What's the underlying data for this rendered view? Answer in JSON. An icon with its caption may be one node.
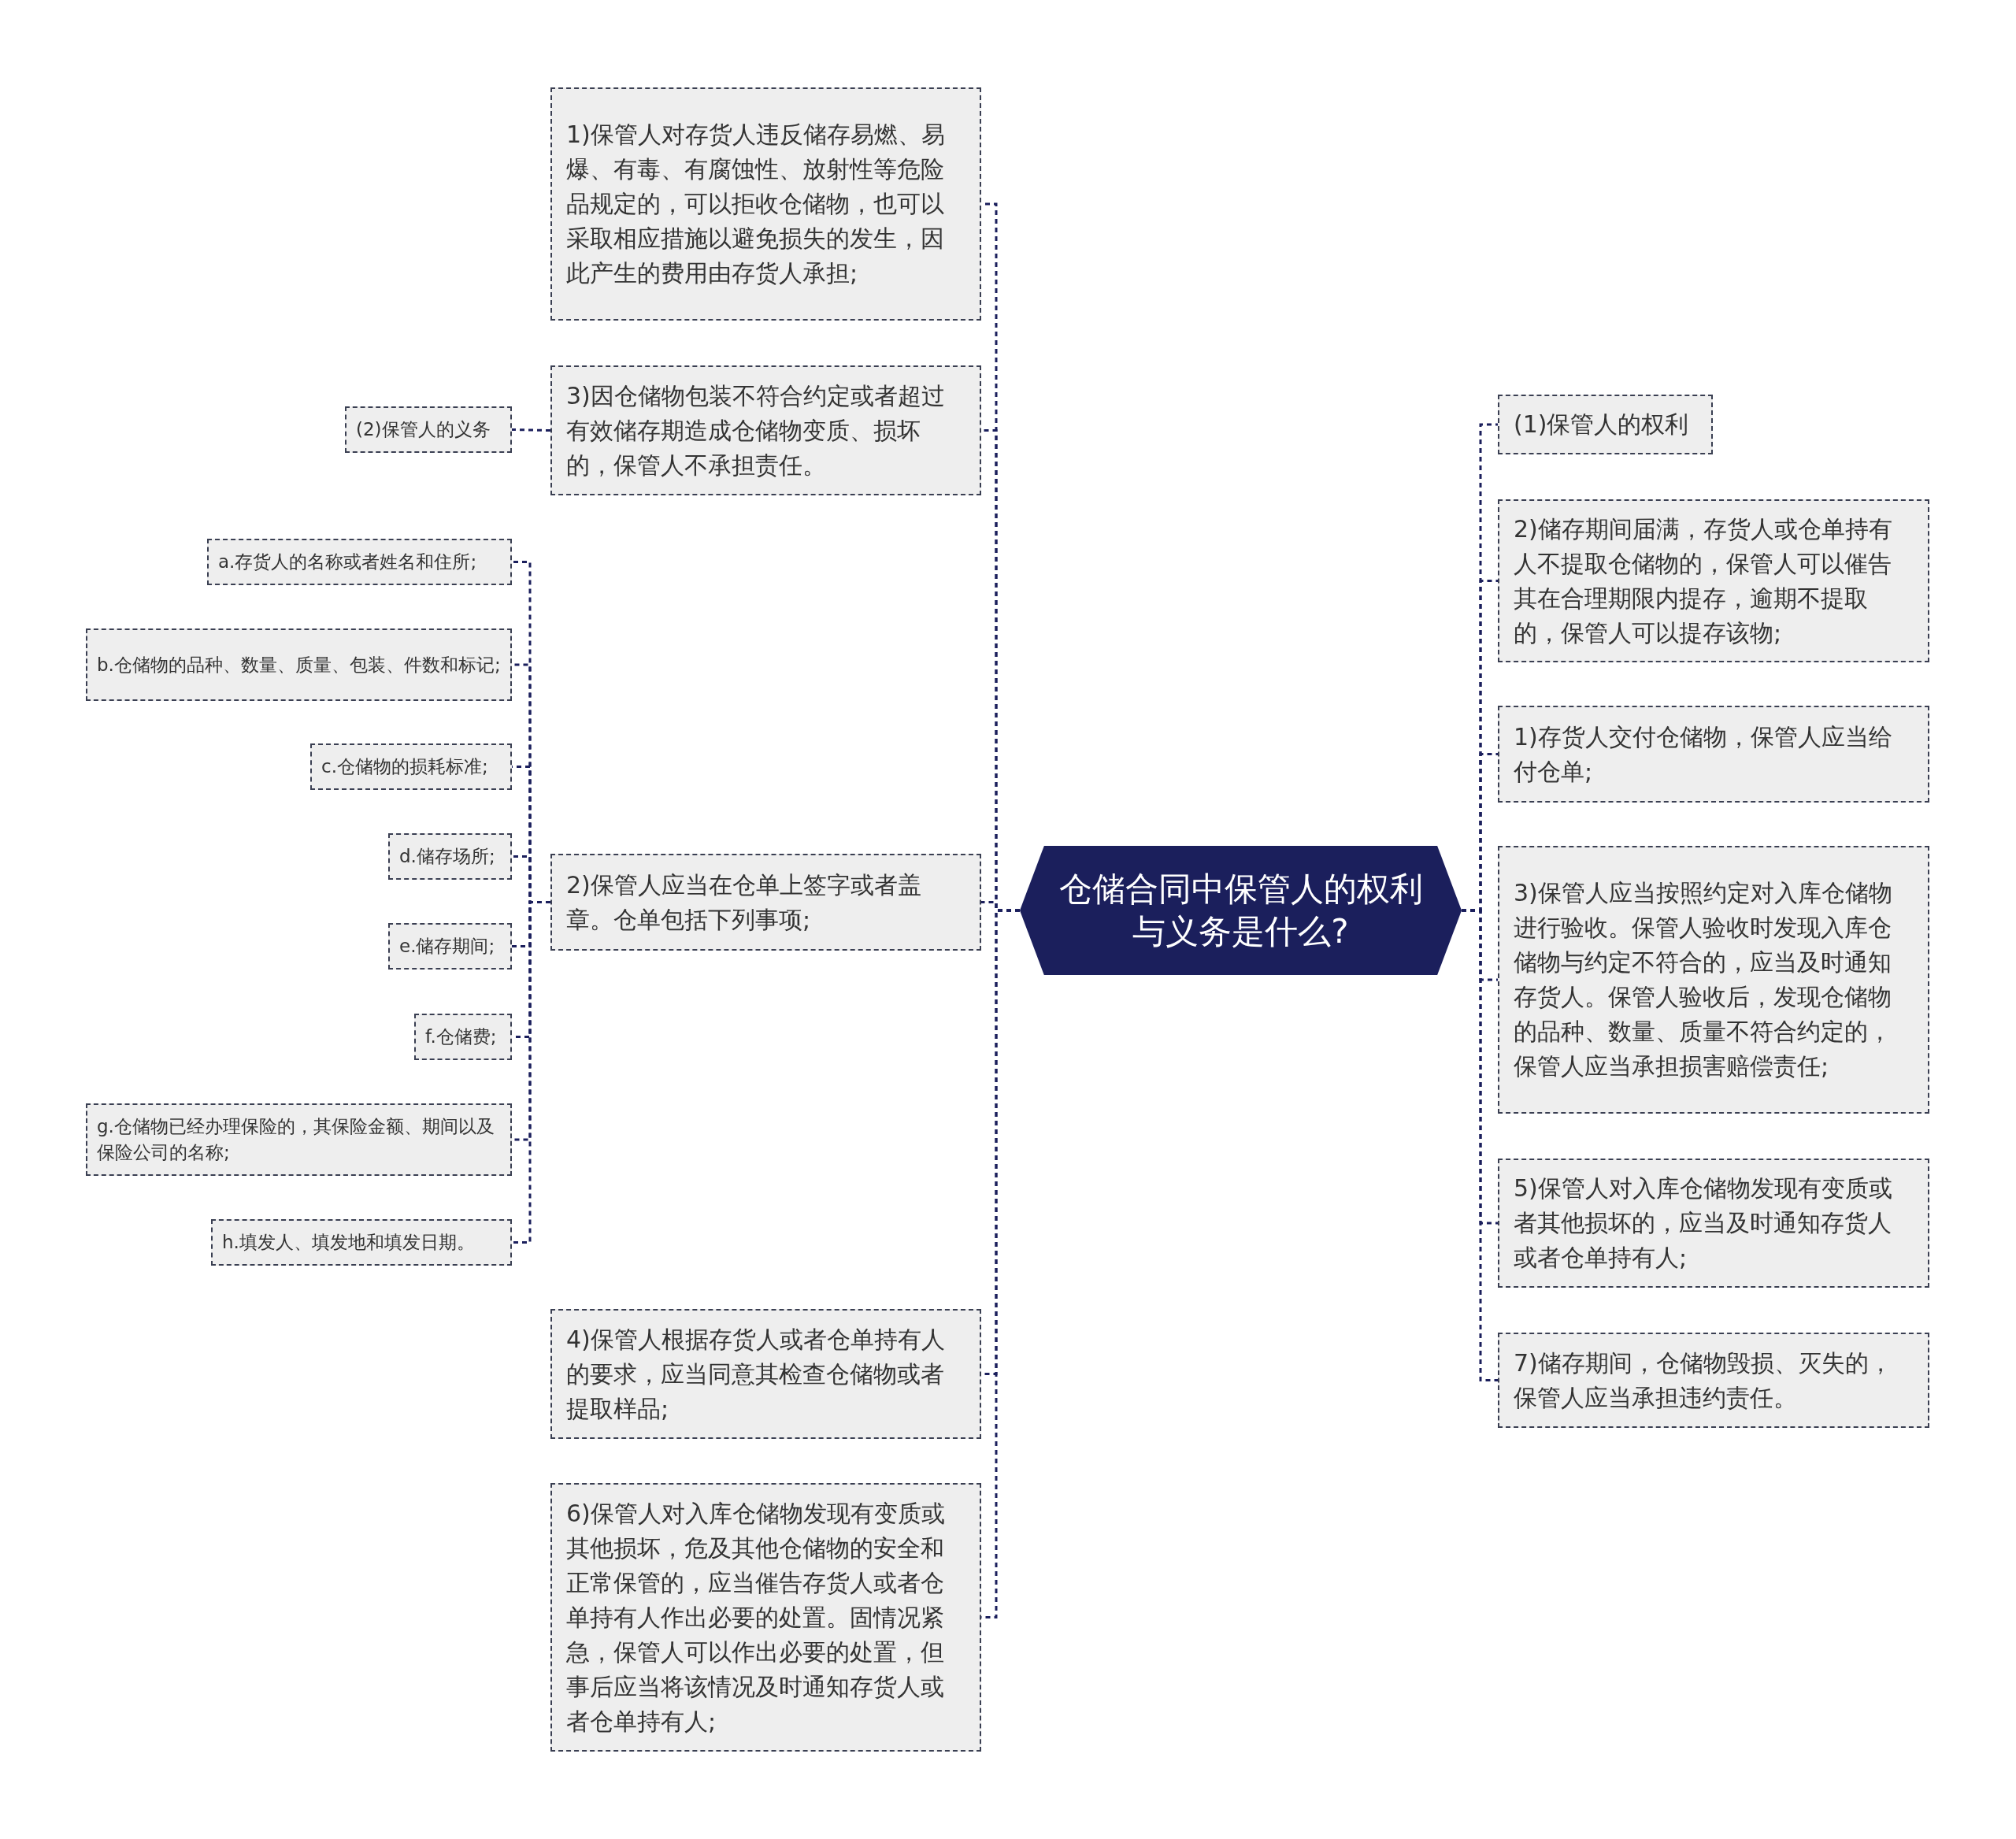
{
  "diagram": {
    "nodes": [
      {
        "text": [
          "仓储合同中保管人的权利与义务是什么?"
        ]
      },
      {
        "text": [
          "1)保管人对存货人违反储存易燃、易爆、有毒、有腐蚀性、放射性等危险品规定的，可以拒收仓储物，也可以采取相应措施以避免损失的发生，因此产生的费用由存货人承担;"
        ]
      },
      {
        "text": [
          "3)因仓储物包装不符合约定或者超过有效储存期造成仓储物变质、损坏的，保管人不承担责任。"
        ]
      },
      {
        "text": [
          "(2)保管人的义务"
        ]
      },
      {
        "text": [
          "2)保管人应当在仓单上签字或者盖章。仓单包括下列事项;"
        ]
      },
      {
        "text": [
          "a.存货人的名称或者姓名和住所;"
        ]
      },
      {
        "text": [
          "b.仓储物的品种、数量、质量、包装、件数和标记;"
        ]
      },
      {
        "text": [
          "c.仓储物的损耗标准;"
        ]
      },
      {
        "text": [
          "d.储存场所;"
        ]
      },
      {
        "text": [
          "e.储存期间;"
        ]
      },
      {
        "text": [
          "f.仓储费;"
        ]
      },
      {
        "text": [
          "g.仓储物已经办理保险的，其保险金额、期间以及保险公司的名称;"
        ]
      },
      {
        "text": [
          "h.填发人、填发地和填发日期。"
        ]
      },
      {
        "text": [
          "4)保管人根据存货人或者仓单持有人的要求，应当同意其检查仓储物或者提取样品;"
        ]
      },
      {
        "text": [
          "6)保管人对入库仓储物发现有变质或其他损坏，危及其他仓储物的安全和正常保管的，应当催告存货人或者仓单持有人作出必要的处置。固情况紧急，保管人可以作出必要的处置，但事后应当将该情况及时通知存货人或者仓单持有人;"
        ]
      },
      {
        "text": [
          "(1)保管人的权利"
        ]
      },
      {
        "text": [
          "2)储存期间届满，存货人或仓单持有人不提取仓储物的，保管人可以催告其在合理期限内提存，逾期不提取的，保管人可以提存该物;"
        ]
      },
      {
        "text": [
          "1)存货人交付仓储物，保管人应当给付仓单;"
        ]
      },
      {
        "text": [
          "3)保管人应当按照约定对入库仓储物进行验收。保管人验收时发现入库仓储物与约定不符合的，应当及时通知存货人。保管人验收后，发现仓储物的品种、数量、质量不符合约定的，保管人应当承担损害赔偿责任;"
        ]
      },
      {
        "text": [
          "5)保管人对入库仓储物发现有变质或者其他损坏的，应当及时通知存货人或者仓单持有人;"
        ]
      },
      {
        "text": [
          "7)储存期间，仓储物毁损、灭失的，保管人应当承担违约责任。"
        ]
      }
    ],
    "edges": [
      {
        "from": 0,
        "to": 1,
        "arrow": "none"
      },
      {
        "from": 0,
        "to": 2,
        "arrow": "none"
      },
      {
        "from": 2,
        "to": 3,
        "arrow": "none"
      },
      {
        "from": 0,
        "to": 4,
        "arrow": "none"
      },
      {
        "from": 4,
        "to": 5,
        "arrow": "none"
      },
      {
        "from": 4,
        "to": 6,
        "arrow": "none"
      },
      {
        "from": 4,
        "to": 7,
        "arrow": "none"
      },
      {
        "from": 4,
        "to": 8,
        "arrow": "none"
      },
      {
        "from": 4,
        "to": 9,
        "arrow": "none"
      },
      {
        "from": 4,
        "to": 10,
        "arrow": "none"
      },
      {
        "from": 4,
        "to": 11,
        "arrow": "none"
      },
      {
        "from": 4,
        "to": 12,
        "arrow": "none"
      },
      {
        "from": 0,
        "to": 13,
        "arrow": "none"
      },
      {
        "from": 0,
        "to": 14,
        "arrow": "none"
      },
      {
        "from": 0,
        "to": 15,
        "arrow": "none"
      },
      {
        "from": 0,
        "to": 16,
        "arrow": "none"
      },
      {
        "from": 0,
        "to": 17,
        "arrow": "none"
      },
      {
        "from": 0,
        "to": 18,
        "arrow": "none"
      },
      {
        "from": 0,
        "to": 19,
        "arrow": "none"
      },
      {
        "from": 0,
        "to": 20,
        "arrow": "none"
      }
    ]
  }
}
